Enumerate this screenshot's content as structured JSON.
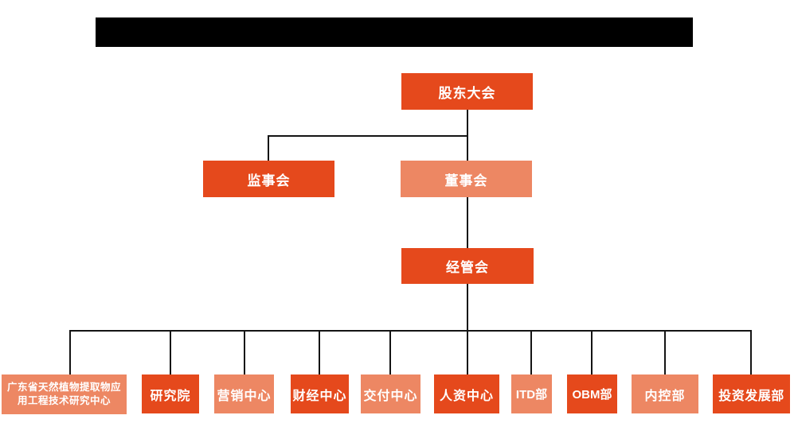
{
  "colors": {
    "background": "#ffffff",
    "node_dark": "#e5491c",
    "node_light": "#ed8763",
    "node_text": "#ffffff",
    "line": "#141414",
    "redaction_bar": "#000000"
  },
  "org_chart": {
    "top_node": {
      "label": "股东大会"
    },
    "level2": {
      "supervisory_board": {
        "label": "监事会"
      },
      "board_of_directors": {
        "label": "董事会"
      }
    },
    "level3": {
      "management_committee": {
        "label": "经管会"
      }
    },
    "bottom_row": [
      {
        "label": "广东省天然植物提取物应用工程技术研究中心"
      },
      {
        "label": "研究院"
      },
      {
        "label": "营销中心"
      },
      {
        "label": "财经中心"
      },
      {
        "label": "交付中心"
      },
      {
        "label": "人资中心"
      },
      {
        "label": "ITD部"
      },
      {
        "label": "OBM部"
      },
      {
        "label": "内控部"
      },
      {
        "label": "投资发展部"
      }
    ]
  }
}
